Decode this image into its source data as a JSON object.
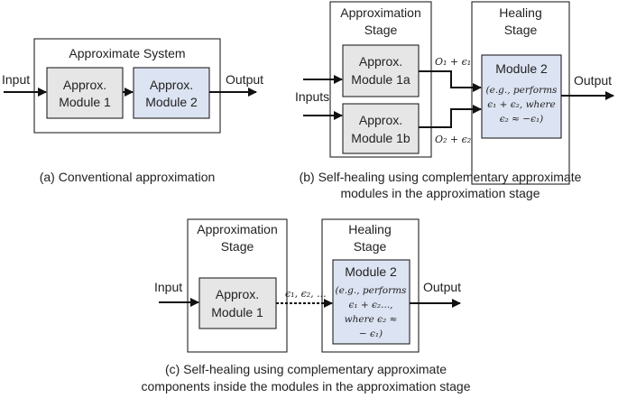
{
  "panel_a": {
    "system_title": "Approximate System",
    "input_label": "Input",
    "output_label": "Output",
    "module1": [
      "Approx.",
      "Module 1"
    ],
    "module2": [
      "Approx.",
      "Module 2"
    ],
    "caption": "(a) Conventional approximation"
  },
  "panel_b": {
    "approx_stage": [
      "Approximation",
      "Stage"
    ],
    "healing_stage": [
      "Healing",
      "Stage"
    ],
    "inputs_label": "Inputs",
    "output_label": "Output",
    "module1a": [
      "Approx.",
      "Module 1a"
    ],
    "module1b": [
      "Approx.",
      "Module 1b"
    ],
    "module2_title": "Module 2",
    "module2_details": [
      "(e.g., performs",
      "ϵ₁ + ϵ₂, where",
      "ϵ₂ ≈ −ϵ₁)"
    ],
    "wire_label_top": "O₁ + ϵ₁",
    "wire_label_bottom": "O₂ + ϵ₂",
    "caption": [
      "(b) Self-healing using complementary approximate",
      "modules in the approximation stage"
    ]
  },
  "panel_c": {
    "approx_stage": [
      "Approximation",
      "Stage"
    ],
    "healing_stage": [
      "Healing",
      "Stage"
    ],
    "input_label": "Input",
    "output_label": "Output",
    "module1": [
      "Approx.",
      "Module 1"
    ],
    "module2_title": "Module 2",
    "module2_details": [
      "(e.g., performs",
      "ϵ₁ + ϵ₂...,",
      "where ϵ₂ ≈",
      "− ϵ₁)"
    ],
    "wire_label": "ϵ₁, ϵ₂, ...",
    "caption": [
      "(c) Self-healing using complementary approximate",
      "components inside the modules in the approximation stage"
    ]
  },
  "colors": {
    "approx_module_fill": "#e6e6e6",
    "healing_module_fill": "#dce3f2",
    "line": "#111111"
  }
}
